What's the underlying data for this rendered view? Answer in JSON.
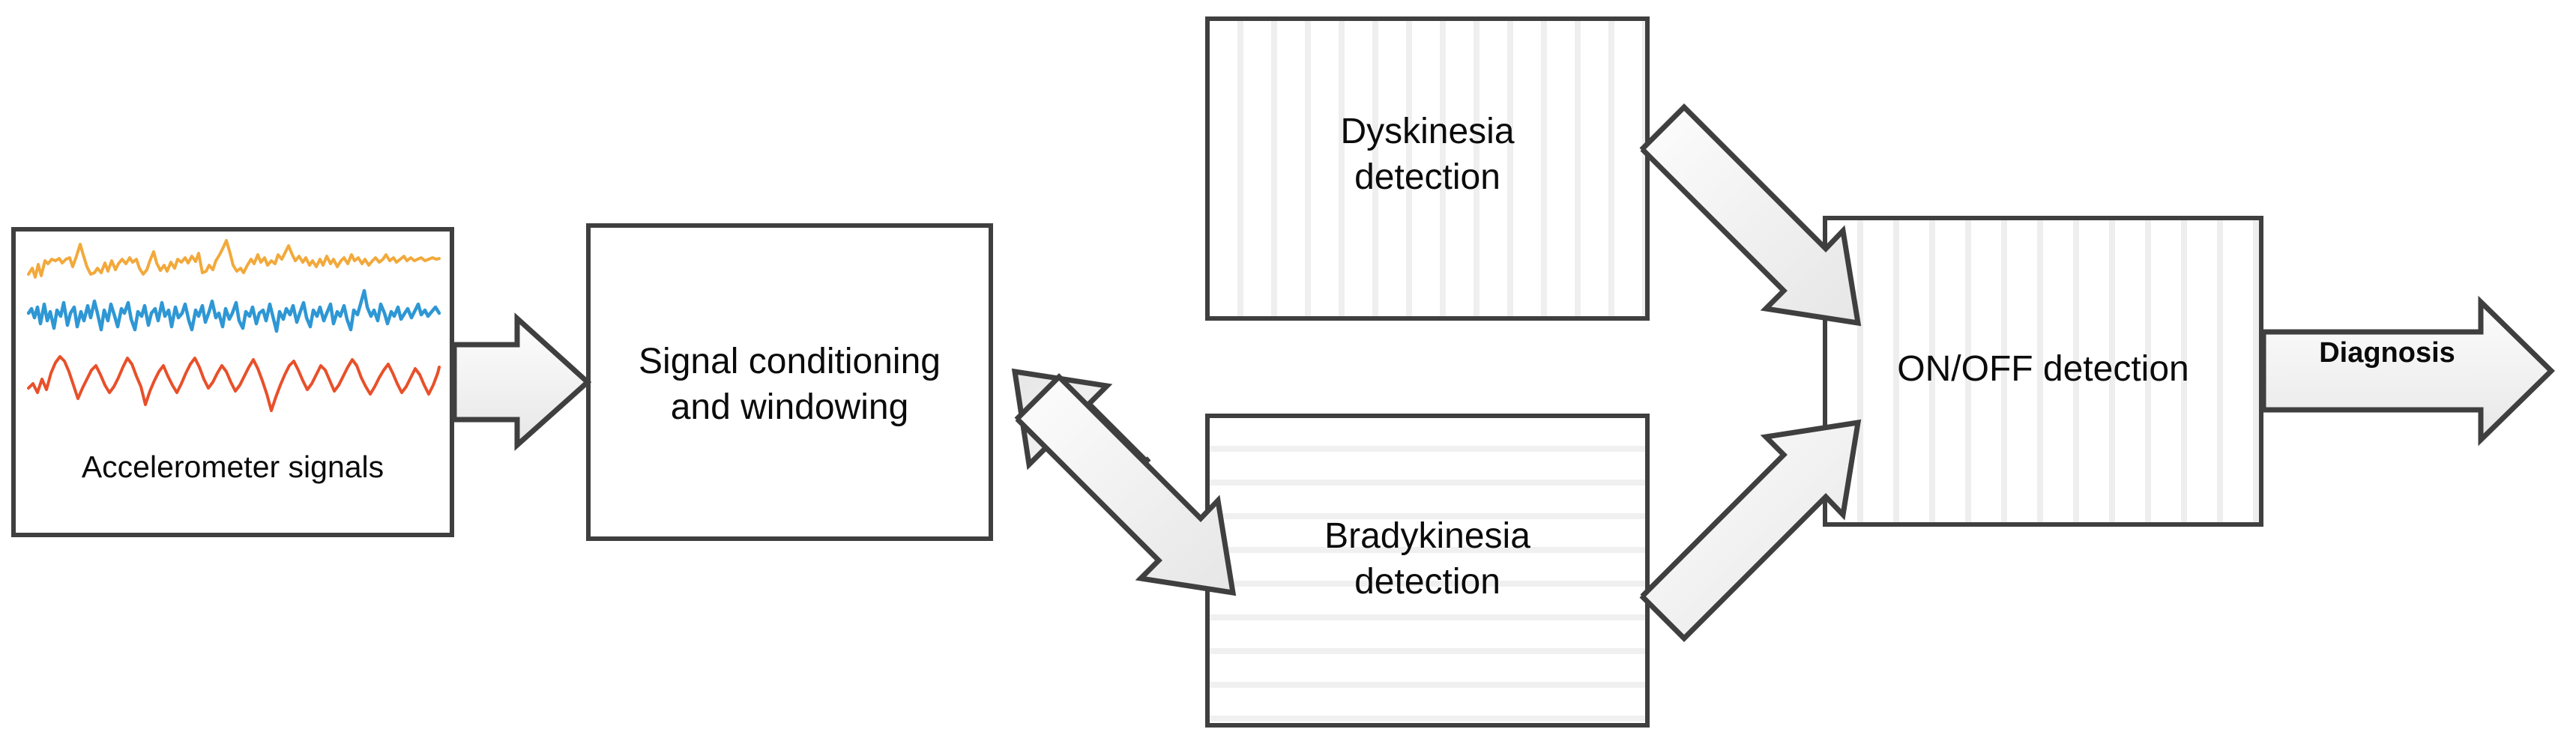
{
  "diagram": {
    "title": "Parkinson's disease accelerometer processing pipeline",
    "type": "flowchart",
    "background": "#ffffff",
    "stroke_color": "#3f3f3f",
    "arrow_fill_top": "#fbfbfb",
    "arrow_fill_bottom": "#e9e9e9"
  },
  "nodes": {
    "accelerometer": {
      "caption": "Accelerometer signals",
      "kind": "signal-plot-panel",
      "traces": [
        {
          "name": "axis-x",
          "color": "#F2A93B"
        },
        {
          "name": "axis-y",
          "color": "#2E97D4"
        },
        {
          "name": "axis-z",
          "color": "#E8502A"
        }
      ]
    },
    "signal_conditioning": {
      "label": "Signal conditioning\nand windowing",
      "kind": "process-box",
      "pattern": "plain"
    },
    "dyskinesia": {
      "label": "Dyskinesia\ndetection",
      "kind": "process-box",
      "pattern": "vertical-gridlines"
    },
    "bradykinesia": {
      "label": "Bradykinesia\ndetection",
      "kind": "process-box",
      "pattern": "horizontal-gridlines"
    },
    "onoff": {
      "label": "ON/OFF detection",
      "kind": "process-box",
      "pattern": "full-grid"
    },
    "diagnosis": {
      "label": "Diagnosis",
      "kind": "output-arrow"
    }
  },
  "connectors": [
    {
      "name": "accelerometer-to-signal-conditioning",
      "direction": "right"
    },
    {
      "name": "signal-conditioning-to-dyskinesia",
      "direction": "up-right"
    },
    {
      "name": "signal-conditioning-to-bradykinesia",
      "direction": "down-right"
    },
    {
      "name": "dyskinesia-to-onoff",
      "direction": "down-right"
    },
    {
      "name": "bradykinesia-to-onoff",
      "direction": "up-right"
    },
    {
      "name": "onoff-to-diagnosis",
      "direction": "right"
    }
  ]
}
